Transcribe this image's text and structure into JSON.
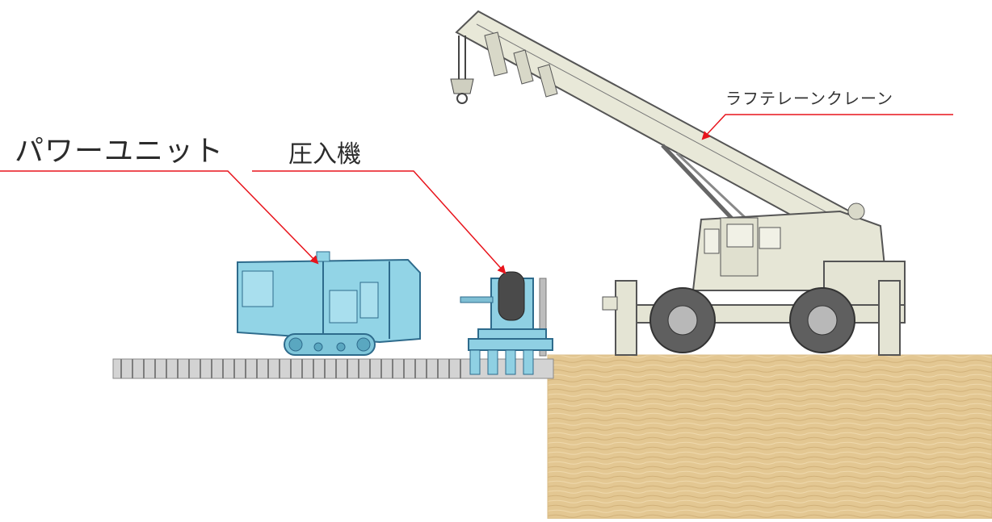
{
  "labels": {
    "power_unit": "パワーユニット",
    "press_machine": "圧入機",
    "crane": "ラフテレーンクレーン"
  },
  "colors": {
    "leader_line": "#e8141c",
    "crane_body": "#e6e6d6",
    "crane_outline": "#555555",
    "machine_blue": "#8fd3e6",
    "machine_outline": "#2e6b8c",
    "rail": "#c9c9c9",
    "ground": "#e2c690"
  }
}
